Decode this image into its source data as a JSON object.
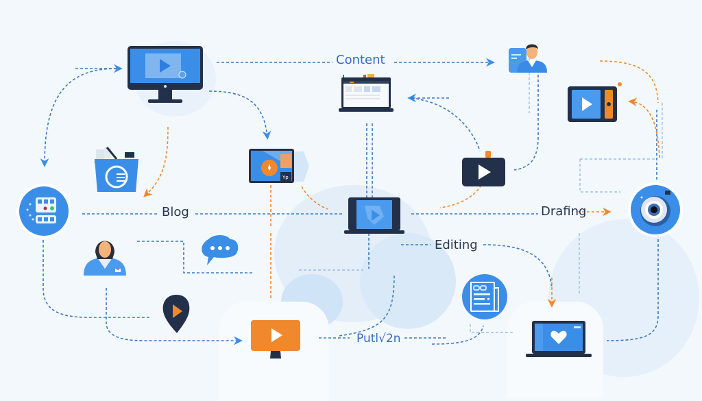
{
  "diagram": {
    "title": "Content workflow",
    "labels": {
      "content": "Content",
      "blog": "Blog",
      "drafting": "Drafing",
      "editing": "Editing",
      "publish": "Putl√2n"
    },
    "nodes": [
      {
        "id": "desktop-video",
        "icon": "desktop-monitor-icon"
      },
      {
        "id": "laptop-dashboard",
        "icon": "laptop-dashboard-icon"
      },
      {
        "id": "user-profile",
        "icon": "user-profile-icon"
      },
      {
        "id": "video-player",
        "icon": "video-player-icon"
      },
      {
        "id": "folder-basket",
        "icon": "folder-basket-icon"
      },
      {
        "id": "tablet-media",
        "icon": "tablet-media-icon"
      },
      {
        "id": "play-box",
        "icon": "play-box-icon"
      },
      {
        "id": "dashboard-circle",
        "icon": "dashboard-circle-icon"
      },
      {
        "id": "laptop-center",
        "icon": "laptop-center-icon"
      },
      {
        "id": "camera-lens",
        "icon": "camera-lens-icon"
      },
      {
        "id": "person-agent",
        "icon": "person-agent-icon"
      },
      {
        "id": "chat-bubble",
        "icon": "chat-bubble-icon"
      },
      {
        "id": "play-pin",
        "icon": "play-pin-icon"
      },
      {
        "id": "document-circle",
        "icon": "document-circle-icon"
      },
      {
        "id": "orange-monitor",
        "icon": "orange-monitor-icon"
      },
      {
        "id": "laptop-heart",
        "icon": "laptop-heart-icon"
      }
    ],
    "colors": {
      "background": "#f3f8fc",
      "primary_blue": "#3b8ee8",
      "line_blue": "#3a78c2",
      "accent_orange": "#f0892d",
      "dark_navy": "#222b3f",
      "label_dark": "#2a3550",
      "label_blue": "#2f6fc0"
    }
  }
}
